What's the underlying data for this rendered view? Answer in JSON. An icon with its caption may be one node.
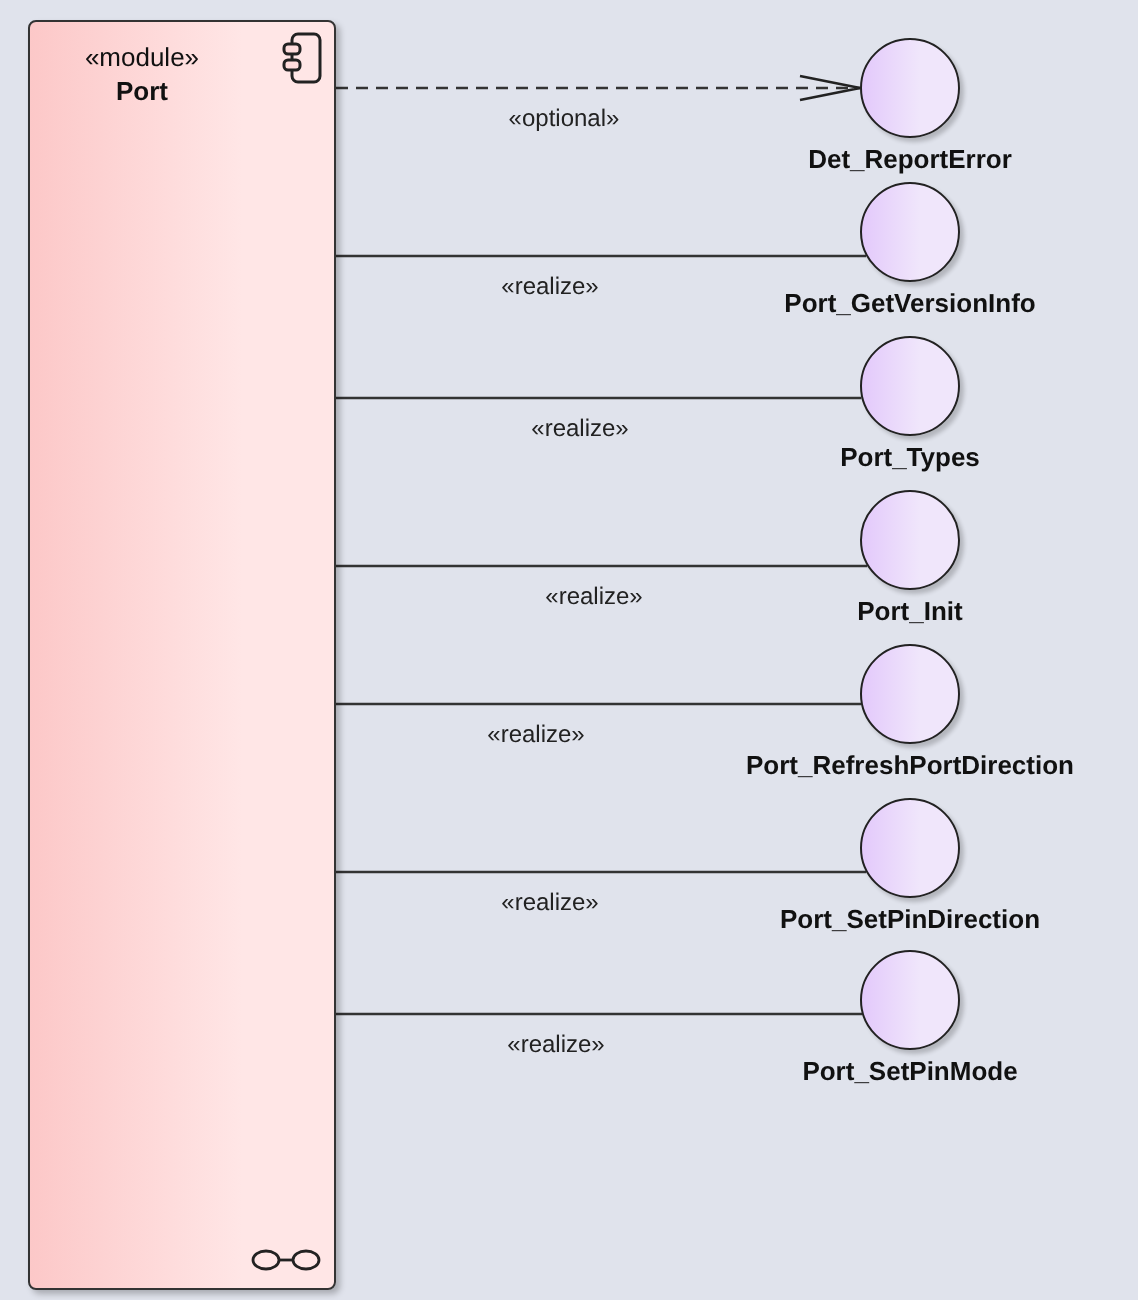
{
  "diagram": {
    "nodes": [
      {
        "text": [
          "«module»",
          "Port"
        ]
      },
      {
        "text": [],
        "shape": "circle",
        "beside": [
          "Det_ReportError"
        ]
      },
      {
        "text": [],
        "shape": "circle",
        "beside": [
          "Port_GetVersionInfo"
        ]
      },
      {
        "text": [],
        "shape": "circle",
        "beside": [
          "Port_Types"
        ]
      },
      {
        "text": [],
        "shape": "circle",
        "beside": [
          "Port_Init"
        ]
      },
      {
        "text": [],
        "shape": "circle",
        "beside": [
          "Port_RefreshPortDirection"
        ]
      },
      {
        "text": [],
        "shape": "circle",
        "beside": [
          "Port_SetPinDirection"
        ]
      },
      {
        "text": [],
        "shape": "circle",
        "beside": [
          "Port_SetPinMode"
        ]
      }
    ],
    "edges": [
      {
        "from": 0,
        "to": 1,
        "arrow": "to",
        "style": "dashed",
        "label": "«optional»"
      },
      {
        "from": 0,
        "to": 2,
        "arrow": "none",
        "label": "«realize»"
      },
      {
        "from": 0,
        "to": 3,
        "arrow": "none",
        "label": "«realize»"
      },
      {
        "from": 0,
        "to": 4,
        "arrow": "none",
        "label": "«realize»"
      },
      {
        "from": 0,
        "to": 5,
        "arrow": "none",
        "label": "«realize»"
      },
      {
        "from": 0,
        "to": 6,
        "arrow": "none",
        "label": "«realize»"
      },
      {
        "from": 0,
        "to": 7,
        "arrow": "none",
        "label": "«realize»"
      }
    ]
  }
}
